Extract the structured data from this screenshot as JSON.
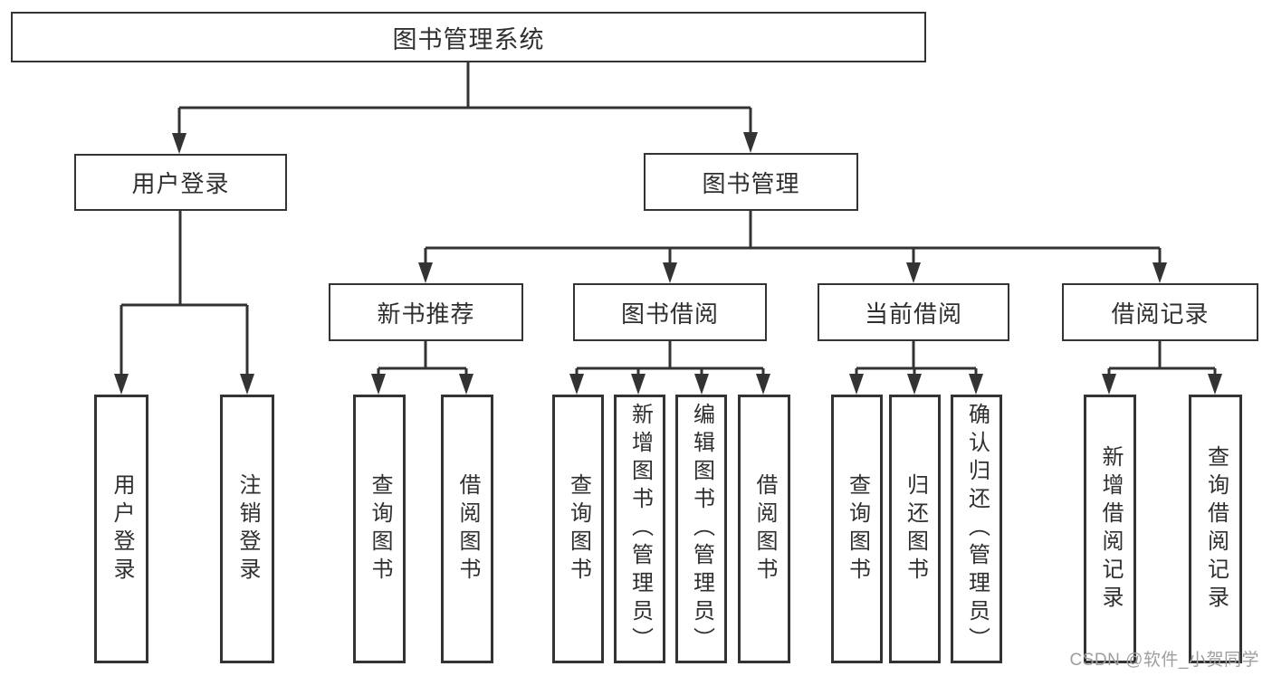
{
  "colors": {
    "line": "#333333",
    "text": "#2f2f2f",
    "background": "#ffffff",
    "watermark": "#9e9e9e"
  },
  "watermark": "CSDN @软件_小贺同学",
  "diagram": {
    "type": "hierarchy-diagram",
    "root": "图书管理系统",
    "nodes": {
      "root": "图书管理系统",
      "user_login": "用户登录",
      "book_mgmt": "图书管理",
      "new_book_rec": "新书推荐",
      "book_borrow": "图书借阅",
      "current_borrow": "当前借阅",
      "borrow_records": "借阅记录",
      "ul_login": "用户登录",
      "ul_logout": "注销登录",
      "nr_query": "查询图书",
      "nr_borrow": "借阅图书",
      "bb_query": "查询图书",
      "bb_add": "新增图书（管理员）",
      "bb_edit": "编辑图书（管理员）",
      "bb_borrow": "借阅图书",
      "cb_query": "查询图书",
      "cb_return": "归还图书",
      "cb_confirm": "确认归还（管理员）",
      "br_add": "新增借阅记录",
      "br_query": "查询借阅记录"
    },
    "edges": [
      [
        "图书管理系统",
        "用户登录"
      ],
      [
        "图书管理系统",
        "图书管理"
      ],
      [
        "用户登录",
        "用户登录"
      ],
      [
        "用户登录",
        "注销登录"
      ],
      [
        "图书管理",
        "新书推荐"
      ],
      [
        "图书管理",
        "图书借阅"
      ],
      [
        "图书管理",
        "当前借阅"
      ],
      [
        "图书管理",
        "借阅记录"
      ],
      [
        "新书推荐",
        "查询图书"
      ],
      [
        "新书推荐",
        "借阅图书"
      ],
      [
        "图书借阅",
        "查询图书"
      ],
      [
        "图书借阅",
        "新增图书（管理员）"
      ],
      [
        "图书借阅",
        "编辑图书（管理员）"
      ],
      [
        "图书借阅",
        "借阅图书"
      ],
      [
        "当前借阅",
        "查询图书"
      ],
      [
        "当前借阅",
        "归还图书"
      ],
      [
        "当前借阅",
        "确认归还（管理员）"
      ],
      [
        "借阅记录",
        "新增借阅记录"
      ],
      [
        "借阅记录",
        "查询借阅记录"
      ]
    ]
  }
}
